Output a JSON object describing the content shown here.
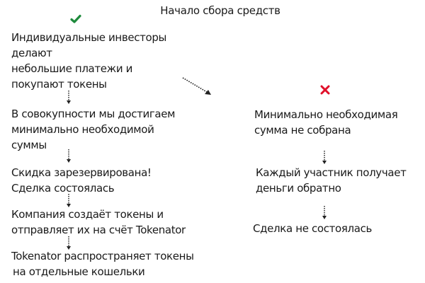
{
  "title": "Начало сбора средств",
  "success_branch": {
    "icon": "check-icon",
    "icon_color": "#1e8a3c",
    "steps": [
      {
        "lines": [
          "Индивидуальные инвесторы",
          "делают",
          "небольшие платежи и",
          "покупают токены"
        ]
      },
      {
        "lines": [
          "В совокупности мы достигаем",
          "минимально необходимой",
          "суммы"
        ]
      },
      {
        "lines": [
          "Скидка зарезервирована!",
          "Сделка состоялась"
        ]
      },
      {
        "lines": [
          "Компания создаёт токены и",
          "отправляет их на счёт Tokenator"
        ]
      },
      {
        "lines": [
          "Tokenator распространяет токены",
          "на отдельные кошельки"
        ]
      }
    ]
  },
  "failure_branch": {
    "icon": "cross-icon",
    "icon_color": "#e0102a",
    "steps": [
      {
        "lines": [
          "Минимально необходимая",
          "сумма не собрана"
        ]
      },
      {
        "lines": [
          "Каждый участник получает",
          "деньги обратно"
        ]
      },
      {
        "lines": [
          "Сделка не состоялась"
        ]
      }
    ]
  },
  "arrows": {
    "style": "dotted",
    "color": "#222222"
  }
}
